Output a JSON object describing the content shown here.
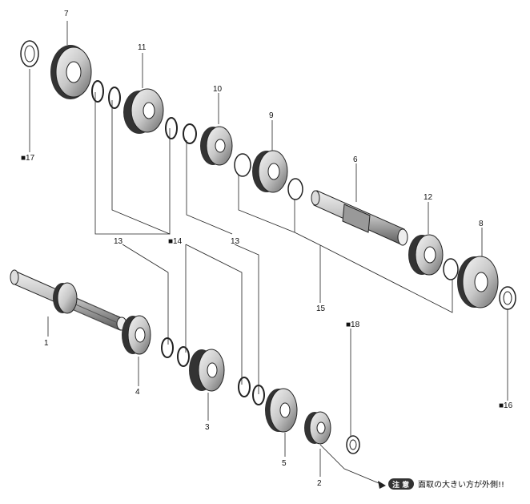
{
  "callouts": {
    "c1": "1",
    "c2": "2",
    "c4": "4",
    "c5": "5",
    "c6": "6",
    "c7": "7",
    "c8": "8",
    "c9": "9",
    "c10": "10",
    "c11": "11",
    "c12": "12",
    "c13a": "13",
    "c13b": "13",
    "c14": "■14",
    "c15": "15",
    "c16": "■16",
    "c17": "■17",
    "c18": "■18",
    "c3": "3"
  },
  "note": {
    "badge": "注 意",
    "text": "面取の大きい方が外側!!"
  },
  "colors": {
    "line": "#222222",
    "gear_light": "#f2f2f2",
    "gear_mid": "#bdbdbd",
    "gear_dark": "#555555",
    "badge": "#333333"
  }
}
